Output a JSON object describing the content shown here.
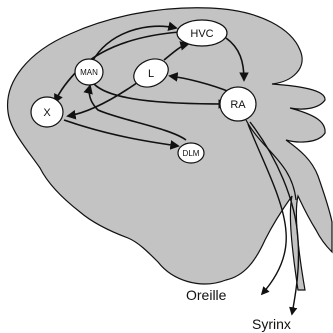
{
  "nodes": {
    "hvc": "HVC",
    "l": "L",
    "man": "MAN",
    "x": "X",
    "ra": "RA",
    "dlm": "DLM"
  },
  "outputs": {
    "ear": "Oreille",
    "syrinx": "Syrinx"
  },
  "colors": {
    "brain_fill": "#c3c3c3",
    "outline": "#111111",
    "node_fill": "#ffffff",
    "background": "#ffffff"
  }
}
